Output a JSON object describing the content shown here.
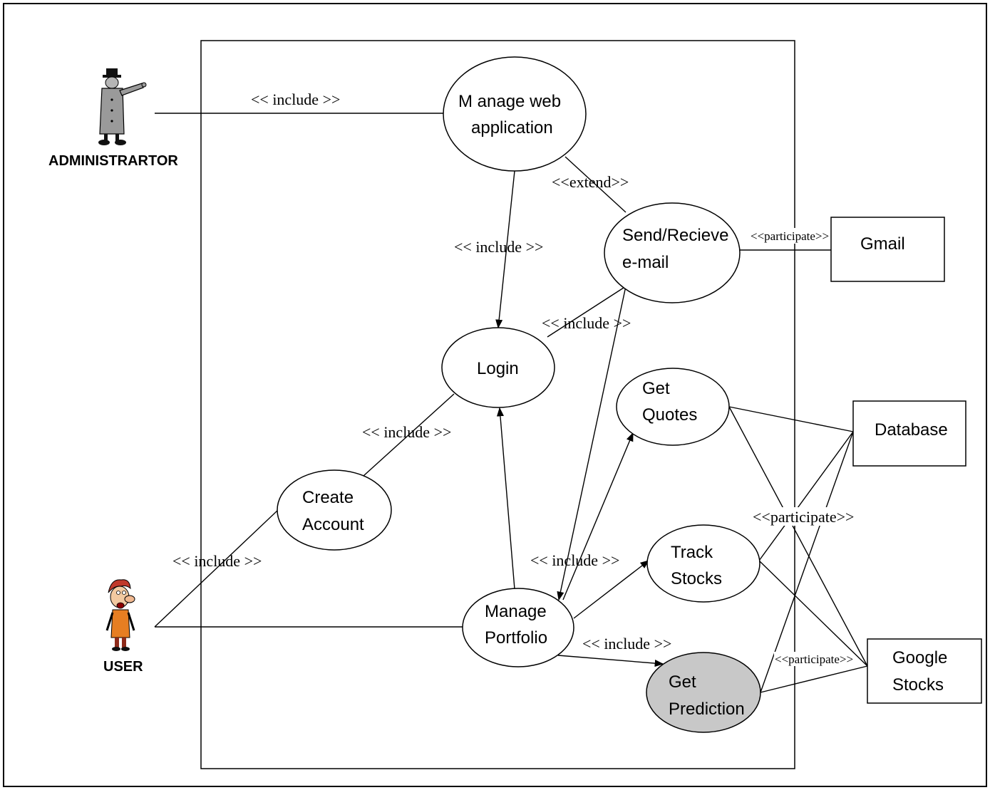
{
  "colors": {
    "stroke": "#000000",
    "background": "#ffffff",
    "highlight_fill": "#c8c8c8",
    "admin_coat": "#9a9a9a",
    "user_hair": "#c0392b",
    "user_shirt": "#e67e22"
  },
  "actors": {
    "administrator": {
      "label": "ADMINISTRARTOR",
      "icon": "administrator-figure-icon"
    },
    "user": {
      "label": "USER",
      "icon": "user-cartoon-icon"
    }
  },
  "use_cases": {
    "manage_web_app": {
      "line1": "M anage web",
      "line2": "application"
    },
    "send_receive_email": {
      "line1": "Send/Recieve",
      "line2": "e-mail"
    },
    "login": {
      "line1": "Login"
    },
    "get_quotes": {
      "line1": "Get",
      "line2": "Quotes"
    },
    "create_account": {
      "line1": "Create",
      "line2": "Account"
    },
    "track_stocks": {
      "line1": "Track",
      "line2": "Stocks"
    },
    "manage_portfolio": {
      "line1": "Manage",
      "line2": "Portfolio"
    },
    "get_prediction": {
      "line1": "Get",
      "line2": "Prediction"
    }
  },
  "systems": {
    "gmail": {
      "line1": "Gmail"
    },
    "database": {
      "line1": "Database"
    },
    "google_stocks": {
      "line1": "Google",
      "line2": "Stocks"
    }
  },
  "relations": {
    "admin_include": "<< include >>",
    "extend": "<<extend>>",
    "login_include": "<< include >>",
    "participate_gmail": "<<participate>>",
    "email_include": "<< include >>",
    "create_include": "<< include >>",
    "user_include": "<< include >>",
    "portfolio_include": "<< include >>",
    "participate_db": "<<participate>>",
    "prediction_include": "<< include >>",
    "participate_google": "<<participate>>"
  }
}
